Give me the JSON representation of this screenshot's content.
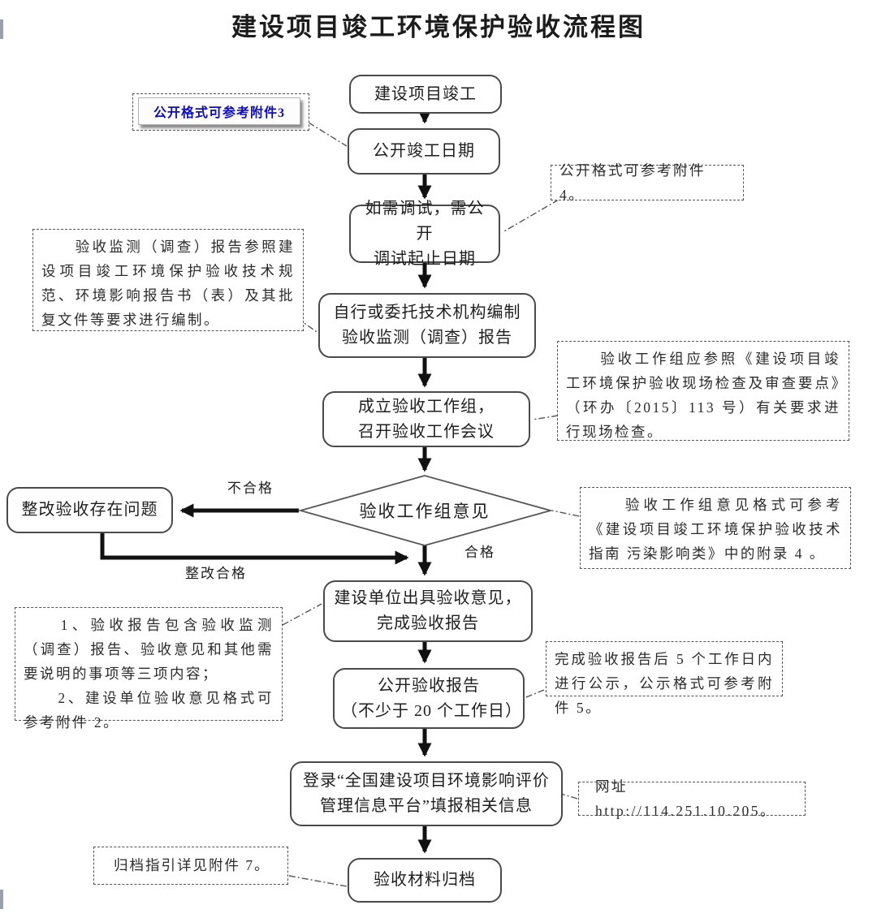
{
  "page": {
    "title": "建设项目竣工环境保护验收流程图"
  },
  "flow": {
    "nodes": {
      "start": "建设项目竣工",
      "publish_date": "公开竣工日期",
      "commissioning": "如需调试，需公开\n调试起止日期",
      "prepare_report": "自行或委托技术机构编制\n验收监测（调查）报告",
      "form_team": "成立验收工作组，\n召开验收工作会议",
      "decision": "验收工作组意见",
      "rectify": "整改验收存在问题",
      "issue_opinion": "建设单位出具验收意见，\n完成验收报告",
      "publish_report": "公开验收报告\n（不少于 20 个工作日）",
      "platform": "登录“全国建设项目环境影响评价\n管理信息平台”填报相关信息",
      "archive": "验收材料归档"
    },
    "labels": {
      "fail": "不合格",
      "pass": "合格",
      "rectified": "整改合格"
    }
  },
  "annotations": {
    "attachment3": "公开格式可参考附件3",
    "attachment4": "公开格式可参考附件 4。",
    "report_preparation": "　　验收监测（调查）报告参照建设项目竣工环境保护验收技术规范、环境影响报告书（表）及其批复文件等要求进行编制。",
    "site_inspection": "　　验收工作组应参照《建设项目竣工环境保护验收现场检查及审查要点》（环办〔2015〕113 号）有关要求进行现场检查。",
    "opinion_format": "　　验收工作组意见格式可参考《建设项目竣工环境保护验收技术指南 污染影响类》中的附录 4 。",
    "report_contents": "　　1、验收报告包含验收监测（调查）报告、验收意见和其他需要说明的事项等三项内容；\n　　2、建设单位验收意见格式可参考附件 2。",
    "publicity": "完成验收报告后 5 个工作日内进行公示，公示格式可参考附件 5。",
    "website": "网址 http://114.251.10.205。",
    "archive_guide": "归档指引详见附件 7。"
  }
}
